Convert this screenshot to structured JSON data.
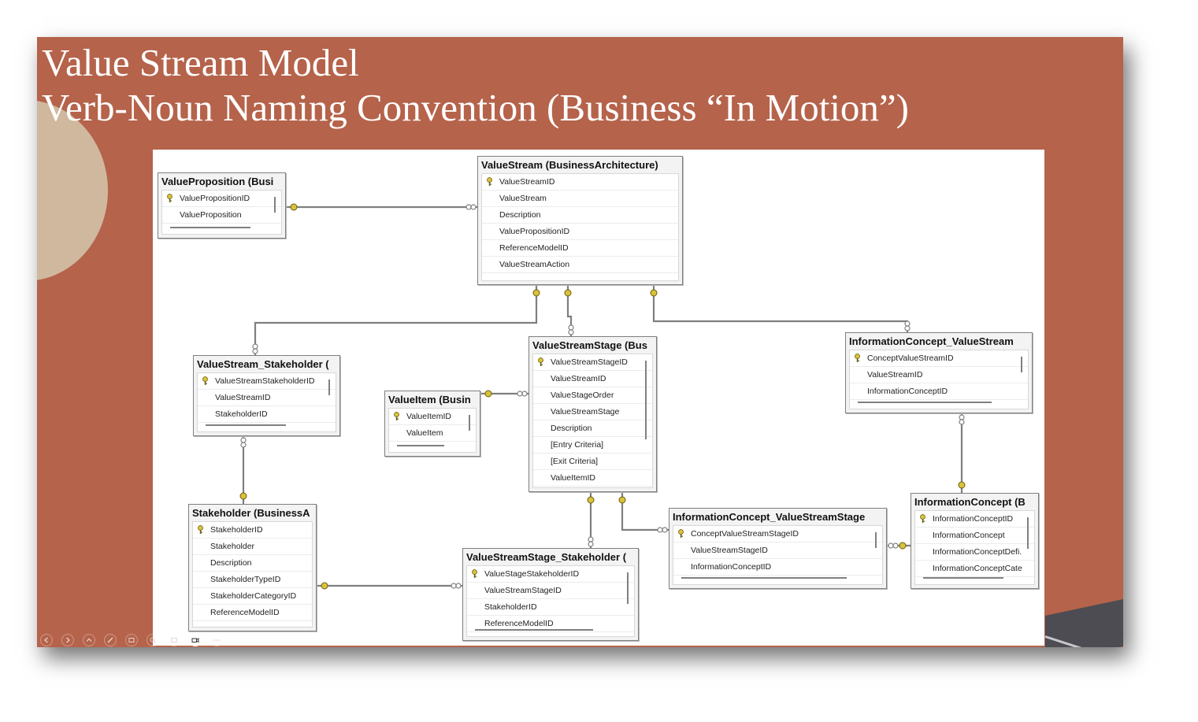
{
  "slide": {
    "title_line1": "Value Stream Model",
    "title_line2": "Verb-Noun Naming Convention (Business “In Motion”)"
  },
  "tables": [
    {
      "name": "ValueProposition (Busi",
      "fields": [
        "ValuePropositionID",
        "ValueProposition"
      ],
      "key_index": 0
    },
    {
      "name": "ValueStream (BusinessArchitecture)",
      "fields": [
        "ValueStreamID",
        "ValueStream",
        "Description",
        "ValuePropositionID",
        "ReferenceModelID",
        "ValueStreamAction"
      ],
      "key_index": 0
    },
    {
      "name": "ValueStream_Stakeholder (",
      "fields": [
        "ValueStreamStakeholderID",
        "ValueStreamID",
        "StakeholderID"
      ],
      "key_index": 0
    },
    {
      "name": "ValueItem (Busin",
      "fields": [
        "ValueItemID",
        "ValueItem"
      ],
      "key_index": 0
    },
    {
      "name": "ValueStreamStage (Bus",
      "fields": [
        "ValueStreamStageID",
        "ValueStreamID",
        "ValueStageOrder",
        "ValueStreamStage",
        "Description",
        "[Entry Criteria]",
        "[Exit Criteria]",
        "ValueItemID"
      ],
      "key_index": 0
    },
    {
      "name": "InformationConcept_ValueStream",
      "fields": [
        "ConceptValueStreamID",
        "ValueStreamID",
        "InformationConceptID"
      ],
      "key_index": 0
    },
    {
      "name": "Stakeholder (BusinessA",
      "fields": [
        "StakeholderID",
        "Stakeholder",
        "Description",
        "StakeholderTypeID",
        "StakeholderCategoryID",
        "ReferenceModelID"
      ],
      "key_index": 0
    },
    {
      "name": "ValueStreamStage_Stakeholder (",
      "fields": [
        "ValueStageStakeholderID",
        "ValueStreamStageID",
        "StakeholderID",
        "ReferenceModelID"
      ],
      "key_index": 0
    },
    {
      "name": "InformationConcept_ValueStreamStage",
      "fields": [
        "ConceptValueStreamStageID",
        "ValueStreamStageID",
        "InformationConceptID"
      ],
      "key_index": 0
    },
    {
      "name": "InformationConcept (B",
      "fields": [
        "InformationConceptID",
        "InformationConcept",
        "InformationConceptDefi.",
        "InformationConceptCate"
      ],
      "key_index": 0
    }
  ],
  "colors": {
    "slide_background": "#b5634b",
    "key_icon": "#d9c23a",
    "connector": "#7f7f7f"
  },
  "slide_controls": [
    "previous-icon",
    "next-icon",
    "menu-icon",
    "pen-icon",
    "slides-icon",
    "zoom-icon",
    "subtitles-icon",
    "camera-icon",
    "more-icon"
  ]
}
